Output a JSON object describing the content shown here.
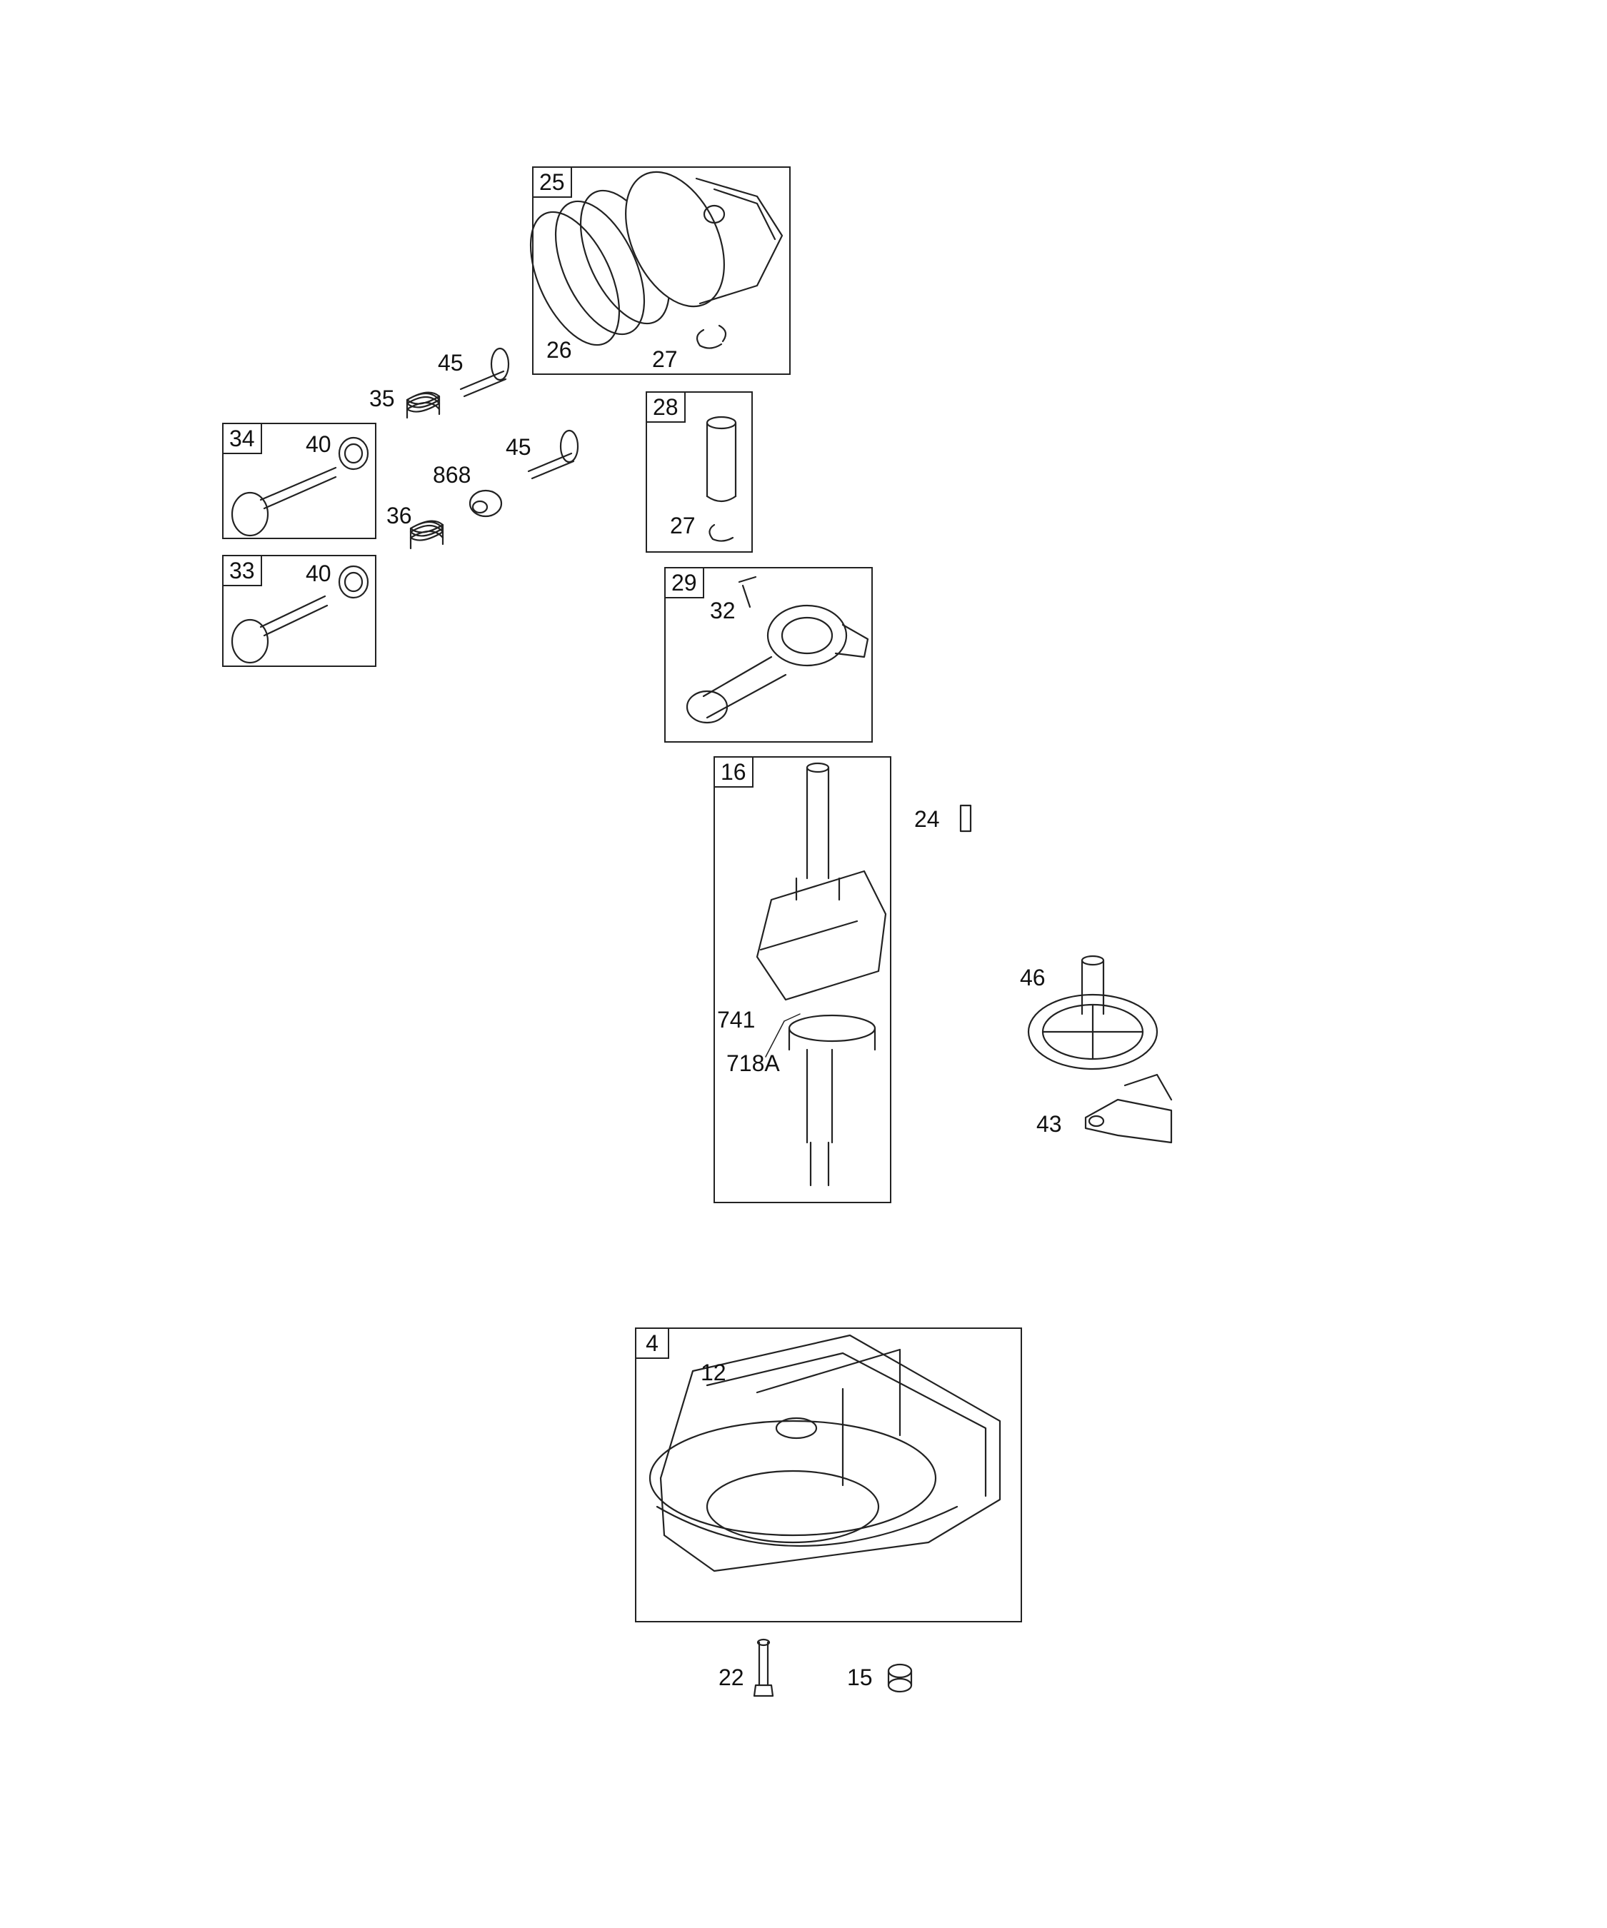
{
  "diagram": {
    "boxes": {
      "b25": "25",
      "b28": "28",
      "b34": "34",
      "b33": "33",
      "b29": "29",
      "b16": "16",
      "b4": "4"
    },
    "labels": {
      "l26": "26",
      "l27a": "27",
      "l27b": "27",
      "l45a": "45",
      "l45b": "45",
      "l35": "35",
      "l36": "36",
      "l868": "868",
      "l40a": "40",
      "l40b": "40",
      "l32": "32",
      "l24": "24",
      "l46": "46",
      "l43": "43",
      "l741": "741",
      "l718a": "718A",
      "l12": "12",
      "l22": "22",
      "l15": "15"
    }
  }
}
